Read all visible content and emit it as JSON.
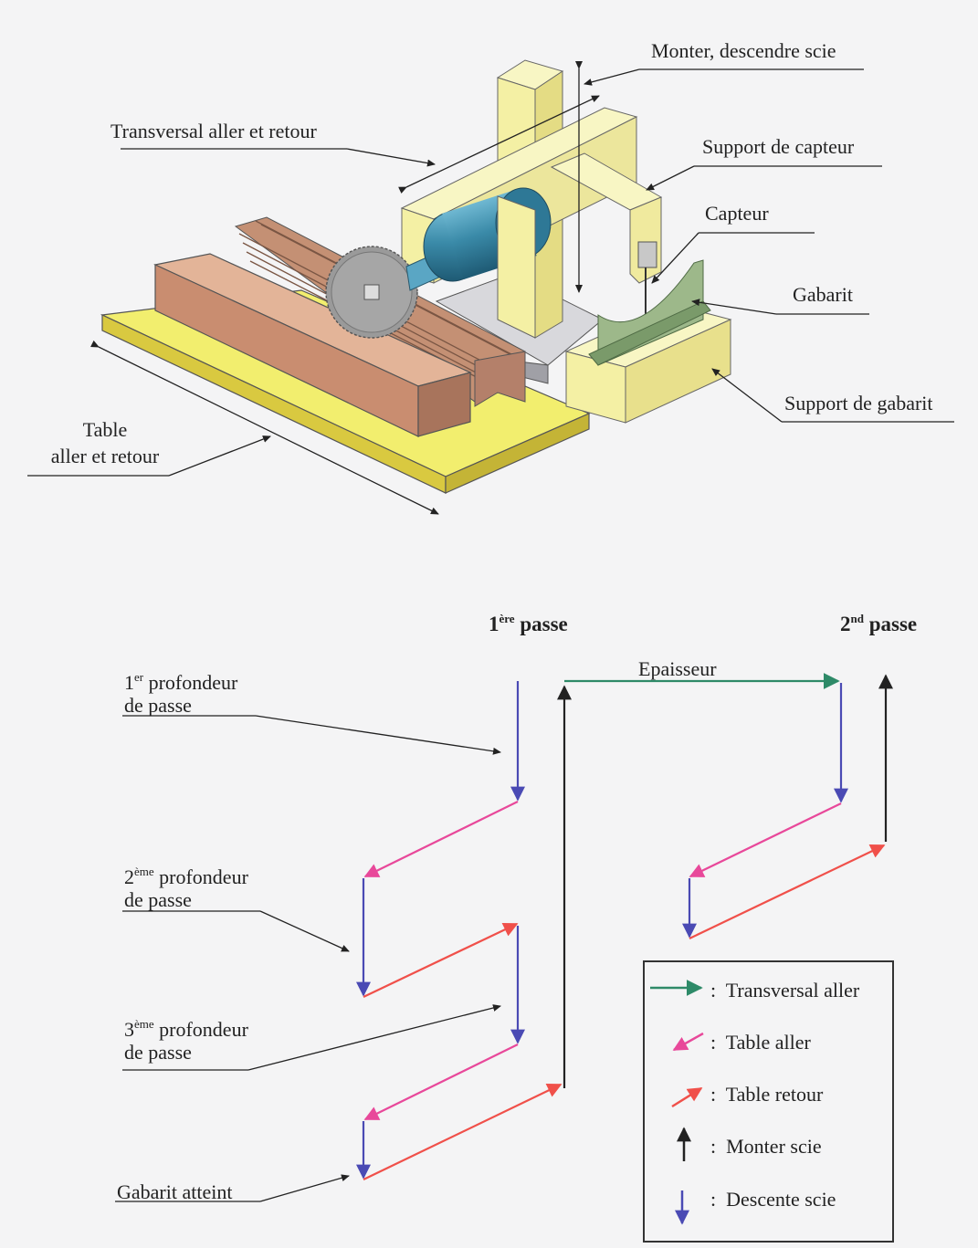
{
  "machine": {
    "labels": {
      "monter_descendre": "Monter, descendre scie",
      "transversal": "Transversal aller et retour",
      "support_capteur": "Support de capteur",
      "capteur": "Capteur",
      "gabarit": "Gabarit",
      "support_gabarit": "Support de gabarit",
      "table_line1": "Table",
      "table_line2": "aller et retour"
    },
    "colors": {
      "base_plate": "#f2ee6e",
      "workpiece": "#d49a7c",
      "saw_blade": "#9a9a9a",
      "motor": "#3a8aa8",
      "frame": "#f4f0a4",
      "gabarit": "#9db88a"
    }
  },
  "passes": {
    "pass1": {
      "num": "1",
      "sup": "ère",
      "word": "passe"
    },
    "pass2": {
      "num": "2",
      "sup": "nd",
      "word": "passe"
    },
    "epaisseur": "Epaisseur",
    "depth1": {
      "num": "1",
      "sup": "er",
      "line1": "profondeur",
      "line2": "de passe"
    },
    "depth2": {
      "num": "2",
      "sup": "ème",
      "line1": "profondeur",
      "line2": "de passe"
    },
    "depth3": {
      "num": "3",
      "sup": "ème",
      "line1": "profondeur",
      "line2": "de passe"
    },
    "gabarit_atteint": "Gabarit atteint"
  },
  "legend": {
    "items": [
      {
        "label": "Transversal aller",
        "color": "#2e8a68"
      },
      {
        "label": "Table aller",
        "color": "#e8489a"
      },
      {
        "label": "Table retour",
        "color": "#f0504a"
      },
      {
        "label": "Monter scie",
        "color": "#222222"
      },
      {
        "label": "Descente scie",
        "color": "#4a4ab4"
      }
    ],
    "separator": ":"
  }
}
